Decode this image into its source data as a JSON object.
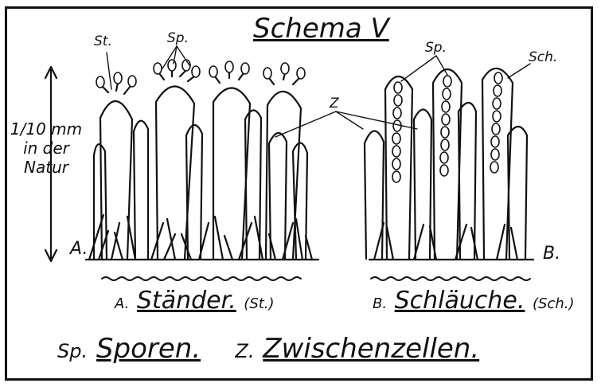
{
  "title": "Schema V",
  "labels": {
    "st": "St.",
    "sp_left": "Sp.",
    "sp_right": "Sp.",
    "sch": "Sch.",
    "z": "Z",
    "a_mark": "A.",
    "b_mark": "B."
  },
  "scale": {
    "fraction": "1/10 mm",
    "line1": "in der",
    "line2": "Natur"
  },
  "captions": {
    "a_prefix": "A.",
    "a_text": "Ständer.",
    "a_abbr": "(St.)",
    "b_prefix": "B.",
    "b_text": "Schläuche.",
    "b_abbr": "(Sch.)"
  },
  "legend": {
    "sp_abbr": "Sp.",
    "sp_text": "Sporen.",
    "z_abbr": "Z.",
    "z_text": "Zwischenzellen."
  }
}
